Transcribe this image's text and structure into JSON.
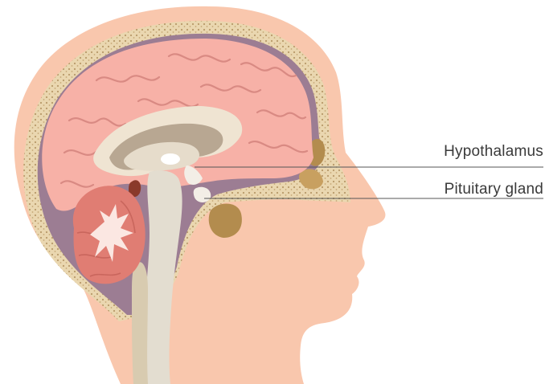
{
  "labels": {
    "hypothalamus": "Hypothalamus",
    "pituitary": "Pituitary gland"
  },
  "colors": {
    "skin": "#f9c7ad",
    "skull_bone": "#ead7b0",
    "bone_dots": "#b89a6a",
    "membrane": "#9c7d93",
    "brain": "#f7b1a7",
    "brain_fold": "#d98a83",
    "brainstem": "#e3ddd0",
    "ventricle": "#b8a792",
    "cerebellum": "#e07d73",
    "leader_line": "#555555"
  },
  "icons": [
    "brain-illustration",
    "head-silhouette"
  ]
}
